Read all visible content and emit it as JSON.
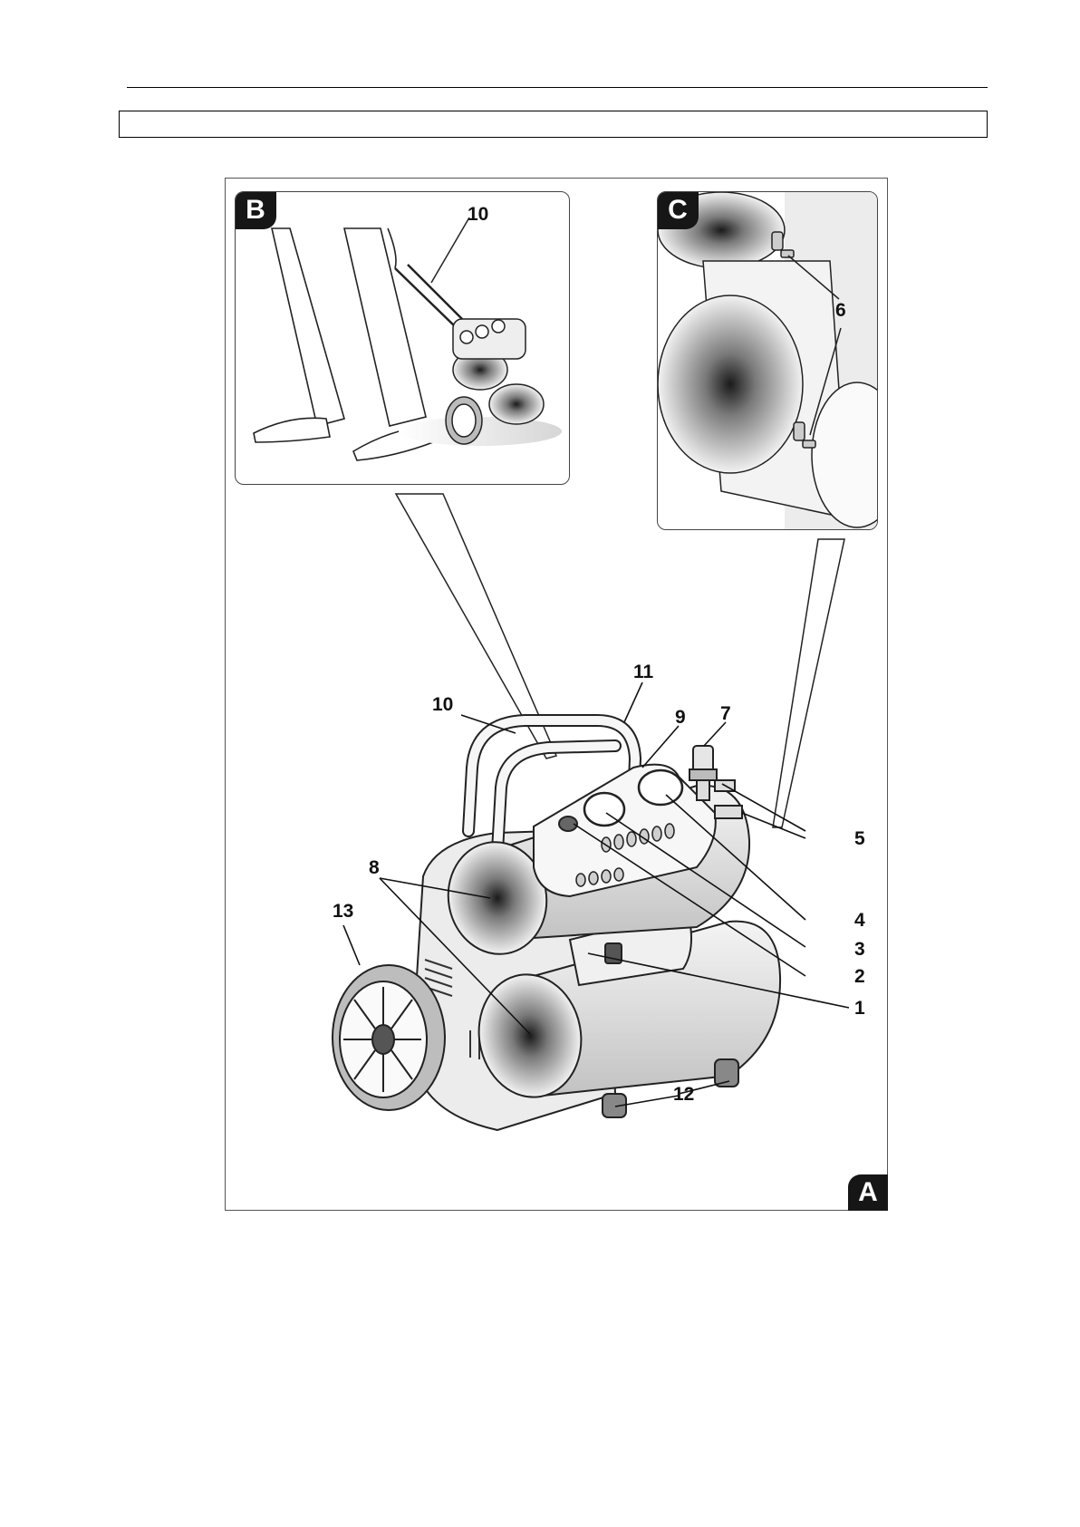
{
  "page": {
    "header_box_text": ""
  },
  "panels": {
    "a": {
      "label": "A"
    },
    "b": {
      "label": "B",
      "callouts": {
        "handle": "10"
      }
    },
    "c": {
      "label": "C",
      "callouts": {
        "drain_valve": "6"
      }
    }
  },
  "callouts": {
    "c1": "1",
    "c2": "2",
    "c3": "3",
    "c4": "4",
    "c5": "5",
    "c7": "7",
    "c8": "8",
    "c9": "9",
    "c10": "10",
    "c11": "11",
    "c12": "12",
    "c13": "13"
  }
}
